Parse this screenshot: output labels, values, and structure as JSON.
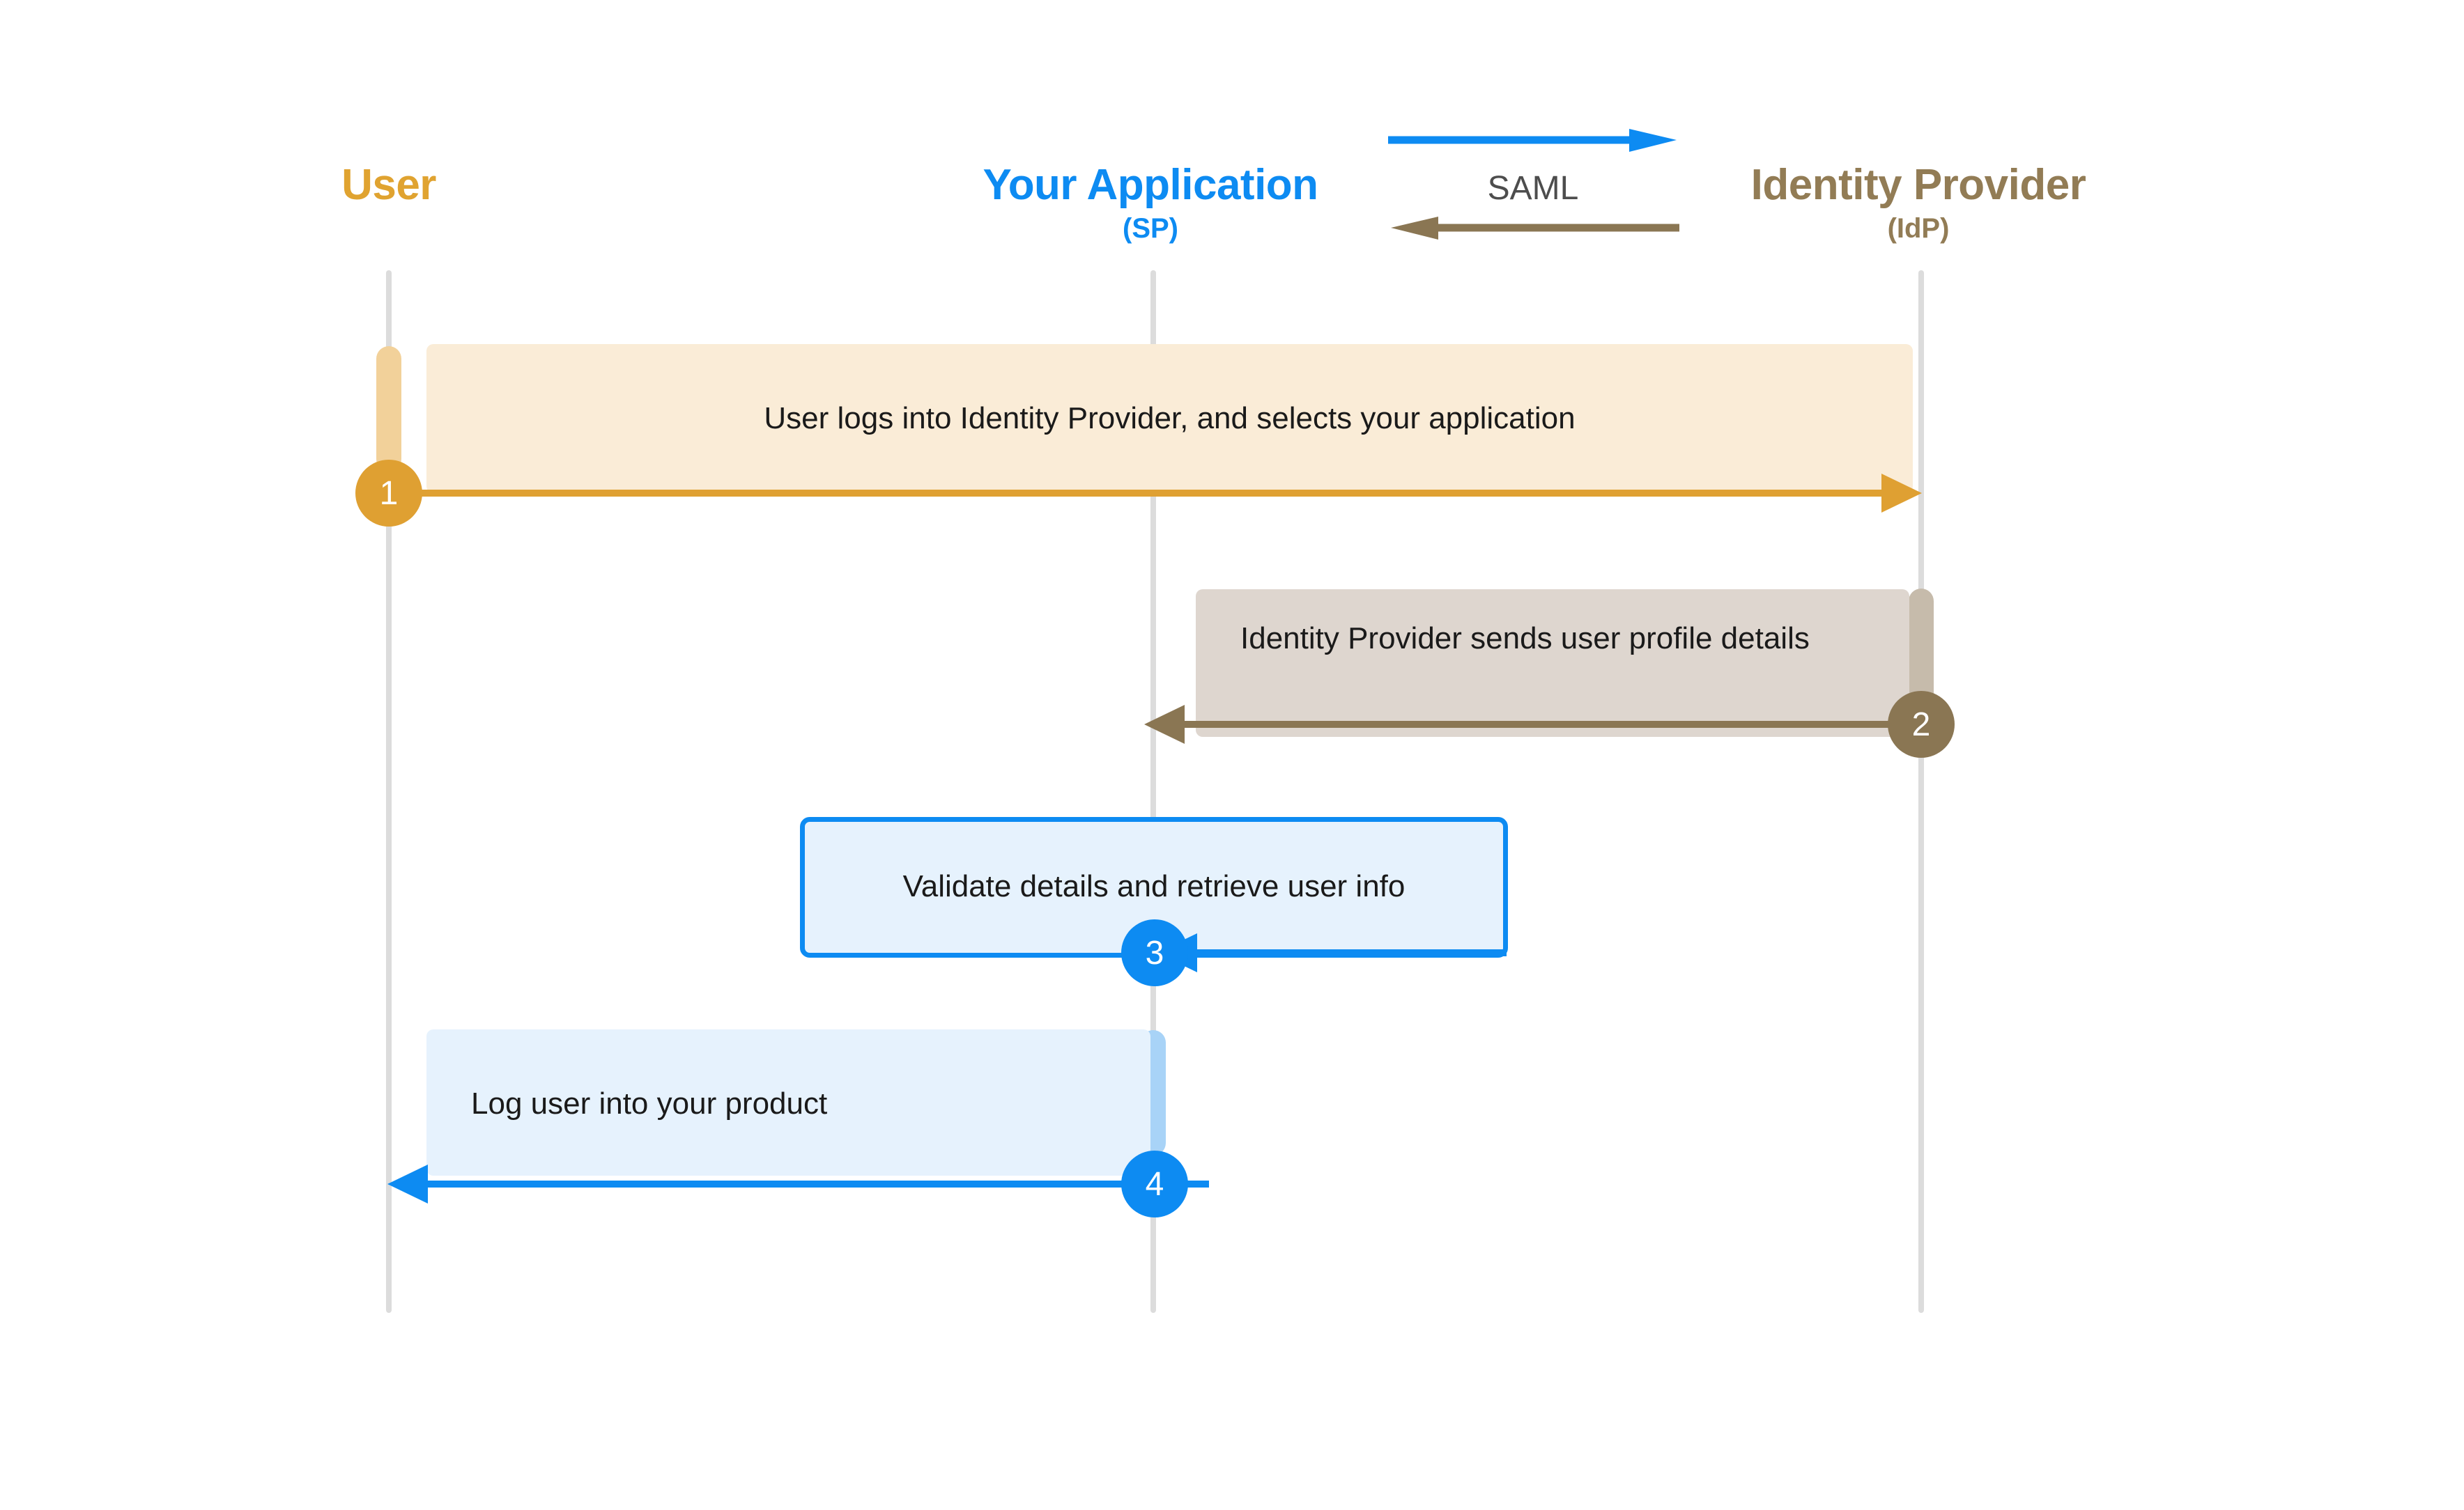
{
  "diagram": {
    "kind": "saml-sso-sequence-diagram",
    "background": "#FFFFFF"
  },
  "participants": [
    {
      "id": "user",
      "title": "User",
      "subtitle": "",
      "color": "#E0A330"
    },
    {
      "id": "sp",
      "title": "Your Application",
      "subtitle": "(SP)",
      "color": "#0D8BF2"
    },
    {
      "id": "idp",
      "title": "Identity Provider",
      "subtitle": "(IdP)",
      "color": "#927C55"
    }
  ],
  "protocol_annotation": {
    "label": "SAML",
    "label_color": "#4D4D4D",
    "arrow_forward_color": "#0D8BF2",
    "arrow_backward_color": "#8A7653",
    "forward_direction": "sp-to-idp",
    "backward_direction": "idp-to-sp"
  },
  "steps": [
    {
      "number": "1",
      "text": "User logs into Identity Provider, and selects your application",
      "from": "user",
      "to": "idp",
      "direction": "right",
      "band_color": "#FAECD7",
      "accent_color": "#DFA032",
      "activation_color": "#F2D19A"
    },
    {
      "number": "2",
      "text": "Identity Provider sends user profile details",
      "from": "idp",
      "to": "sp",
      "direction": "left",
      "band_color": "#DED6CF",
      "accent_color": "#8A7653",
      "activation_color": "#C6BBAB"
    },
    {
      "number": "3",
      "text": "Validate details and retrieve user info",
      "from": "sp",
      "to": "sp",
      "direction": "self",
      "band_color": "#E6F2FD",
      "accent_color": "#0D8BF2",
      "activation_color": "#A8D3F7"
    },
    {
      "number": "4",
      "text": "Log user into your product",
      "from": "sp",
      "to": "user",
      "direction": "left",
      "band_color": "#E6F2FD",
      "accent_color": "#0D8BF2",
      "activation_color": "#A8D3F7"
    }
  ],
  "lifeline_color": "#DCDCDC"
}
